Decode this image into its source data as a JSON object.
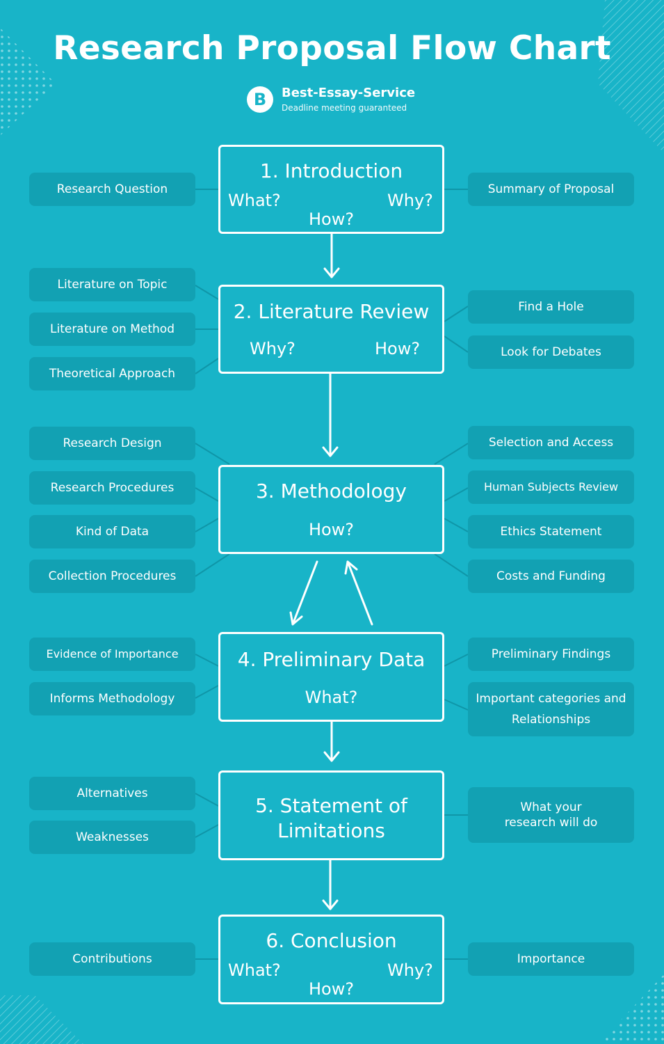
{
  "title": "Research Proposal Flow Chart",
  "brand": {
    "name": "Best-Essay-Service",
    "tagline": "Deadline meeting guaranteed"
  },
  "colors": {
    "background": "#18b4c8",
    "side_box": "#12a1b3",
    "text": "#ffffff"
  },
  "stages": [
    {
      "title": "1. Introduction",
      "questions": [
        "What?",
        "Why?",
        "How?"
      ],
      "left": [
        "Research Question"
      ],
      "right": [
        "Summary of Proposal"
      ]
    },
    {
      "title": "2. Literature Review",
      "questions": [
        "Why?",
        "How?"
      ],
      "left": [
        "Literature on Topic",
        "Literature on Method",
        "Theoretical Approach"
      ],
      "right": [
        "Find a Hole",
        "Look for Debates"
      ]
    },
    {
      "title": "3. Methodology",
      "questions": [
        "How?"
      ],
      "left": [
        "Research Design",
        "Research Procedures",
        "Kind of Data",
        "Collection Procedures"
      ],
      "right": [
        "Selection and Access",
        "Human Subjects Review",
        "Ethics Statement",
        "Costs and Funding"
      ]
    },
    {
      "title": "4. Preliminary Data",
      "questions": [
        "What?"
      ],
      "left": [
        "Evidence of Importance",
        "Informs Methodology"
      ],
      "right": [
        "Preliminary Findings",
        "Important categories and Relationships"
      ]
    },
    {
      "title": "5. Statement of Limitations",
      "questions": [],
      "left": [
        "Alternatives",
        "Weaknesses"
      ],
      "right": [
        "What your research will do"
      ]
    },
    {
      "title": "6. Conclusion",
      "questions": [
        "What?",
        "Why?",
        "How?"
      ],
      "left": [
        "Contributions"
      ],
      "right": [
        "Importance"
      ]
    }
  ]
}
